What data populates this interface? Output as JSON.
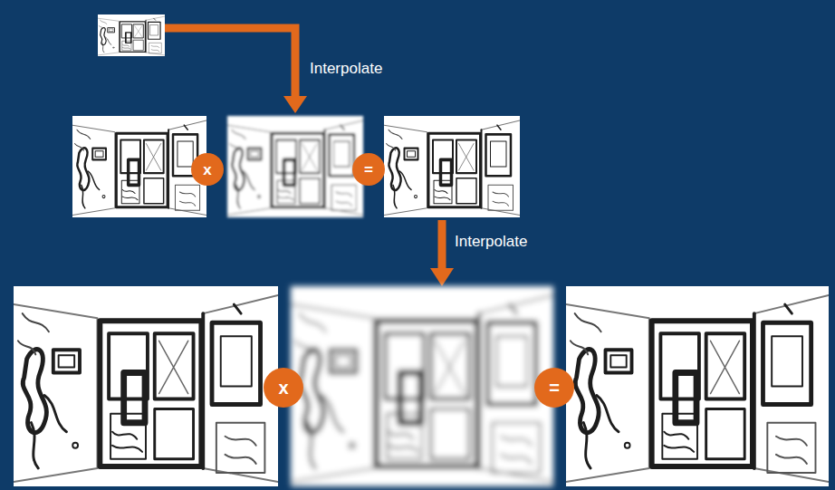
{
  "diagram": {
    "nodes": [
      {
        "text": [
          "x"
        ]
      },
      {
        "text": [
          "="
        ]
      },
      {
        "text": [
          "x"
        ]
      },
      {
        "text": [
          "="
        ]
      }
    ],
    "labels": [
      "Interpolate",
      "Interpolate"
    ]
  }
}
